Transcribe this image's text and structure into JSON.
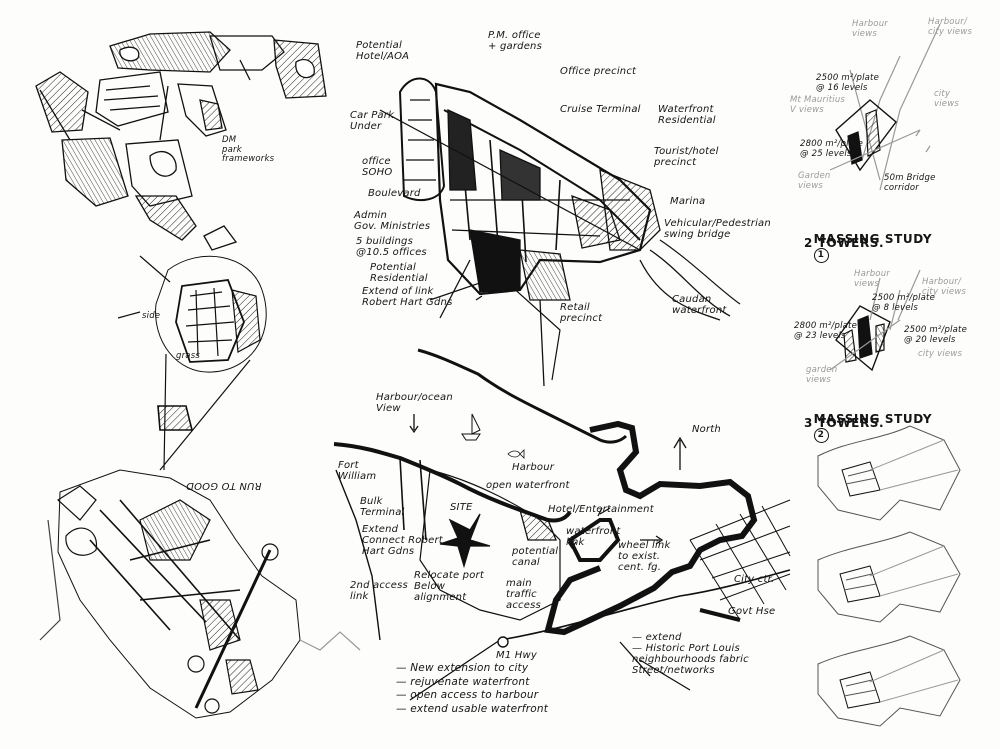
{
  "labels": {
    "potential_hotel": "Potential\nHotel/AOA",
    "pm_office": "P.M. office\n+ gardens",
    "office_precinct": "Office precinct",
    "carpark": "Car Park\nUnder",
    "cruise_terminal": "Cruise Terminal",
    "waterfront_residential": "Waterfront\nResidential",
    "tourist_hotel": "Tourist/hotel\nprecinct",
    "office_soho": "office\nSOHO",
    "boulevard": "Boulevard",
    "marina": "Marina",
    "vehicular_bridge": "Vehicular/Pedestrian\nswing bridge",
    "admin": "Admin\nGov. Ministries",
    "five_buildings": "5 buildings\n@10.5 offices",
    "potential_residential": "Potential\nResidential",
    "extend_link": "Extend of link\nRobert Hart Gdns",
    "retail_precinct": "Retail\nprecinct",
    "caudan_waterfront": "Caudan\nwaterfront",
    "dm_park": "DM\npark\nframeworks",
    "harbour_ocean_view": "Harbour/ocean\nView",
    "north": "North",
    "harbour": "Harbour",
    "fort_william": "Fort\nWilliam",
    "open_waterfront": "open waterfront",
    "site": "SITE",
    "hotel_entertainment": "Hotel/Entertainment",
    "bulk_terminal": "Bulk\nTerminal",
    "extend_connect": "Extend\nConnect Robert\nHart Gdns",
    "waterfront_link": "waterfront\nlink",
    "wheel_link": "wheel link\nto exist.\ncent. fg.",
    "potential_canal": "potential\ncanal",
    "second_access": "2nd access\nlink",
    "relocate_port": "Relocate port\nBelow\nalignment",
    "main_traffic": "main\ntraffic\naccess",
    "city_ctr": "City ctr.",
    "govt_hse": "Govt Hse",
    "m1_hwy": "M1 Hwy",
    "bullets": [
      "— New extension to city",
      "— rejuvenate waterfront",
      "— open access to harbour",
      "— extend usable waterfront"
    ],
    "extend_historic": "— extend\n— Historic Port Louis\nneighbourhoods fabric\nStreet/networks",
    "upside_down": "RUN TO GOOD",
    "massing1": "MASSING STUDY",
    "massing1_num": "1",
    "massing1_sub": "2 TOWERS.",
    "massing2": "MASSING STUDY",
    "massing2_num": "2",
    "massing2_sub": "3 TOWERS.",
    "m_harbour_views": "Harbour\nviews",
    "m_harbour_city": "Harbour/\ncity views",
    "m_2500_16": "2500 m²/plate\n@ 16 levels",
    "m_mount_views": "Mt Mauritius\nV views",
    "m_2800_25": "2800 m²/plate\n@ 25 levels",
    "m_city_views": "city\nviews",
    "m_garden_views": "Garden\nviews",
    "m_50m_bridge": "50m Bridge\ncorridor",
    "m2_harbour_views": "Harbour\nviews",
    "m2_harbour_city": "Harbour/\ncity views",
    "m2_2500_8": "2500 m²/plate\n@ 8 levels",
    "m2_2800_23": "2800 m²/plate\n@ 23 levels",
    "m2_2500_20": "2500 m²/plate\n@ 20 levels",
    "m2_city_views": "city views",
    "m2_garden_views": "garden\nviews",
    "side": "side",
    "grass": "grass"
  },
  "colors": {
    "ink": "#111111",
    "pencil": "#9a9a9a",
    "paper": "#fdfdfc"
  }
}
